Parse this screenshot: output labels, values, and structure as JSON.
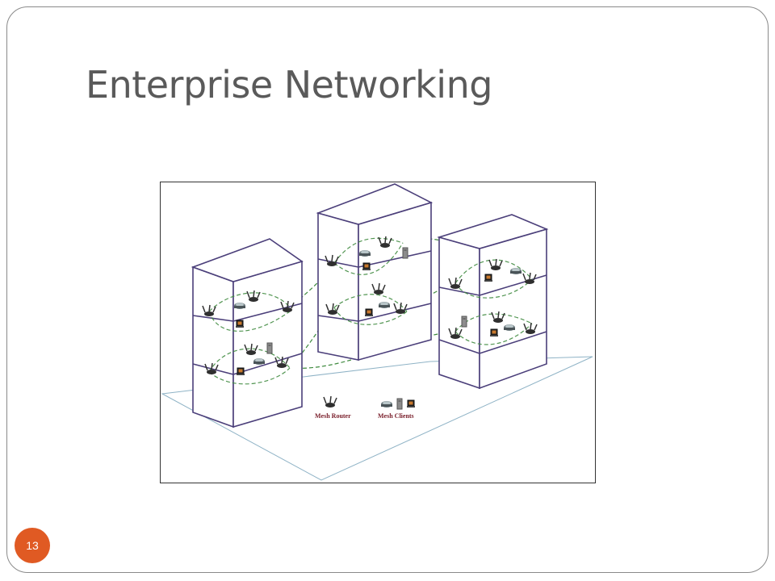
{
  "slide": {
    "title": "Enterprise Networking",
    "page_number": "13",
    "accent_color": "#e05a23"
  },
  "diagram": {
    "legend": {
      "router_label": "Mesh Router",
      "clients_label": "Mesh Clients"
    },
    "buildings": [
      {
        "name": "left",
        "floors": 3
      },
      {
        "name": "middle",
        "floors": 3
      },
      {
        "name": "right",
        "floors": 3
      }
    ],
    "icons": {
      "router": "wifi-router-icon",
      "laptop": "laptop-icon",
      "pc": "pc-tower-icon",
      "scanner": "scanner-icon"
    },
    "colors": {
      "building_outline": "#4b3f7a",
      "mesh_link": "#3f8a3f",
      "ground": "#8fb3c6",
      "legend_text": "#7a1f2b"
    }
  }
}
